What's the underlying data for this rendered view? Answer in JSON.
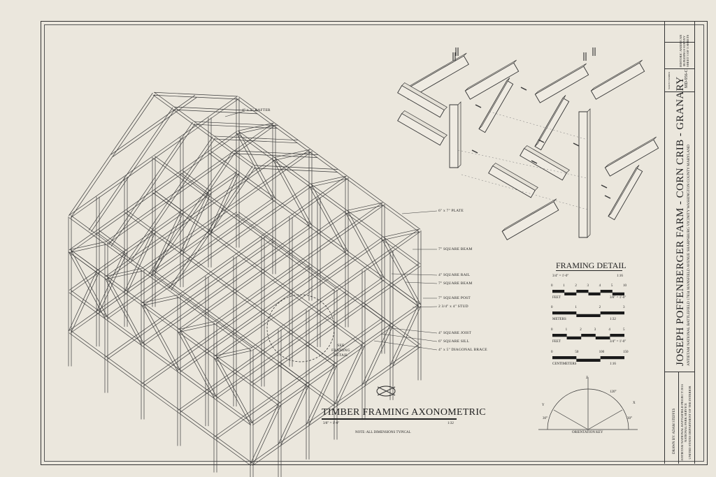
{
  "axonometric": {
    "title": "TIMBER FRAMING AXONOMETRIC",
    "scale_left": "3/8\" = 1'-0\"",
    "scale_right": "1:32",
    "note": "NOTE:  ALL DIMENSIONS TYPICAL",
    "see_detail": [
      "SEE",
      "FRAMING",
      "DETAIL"
    ],
    "callouts": [
      "4\" x 5\" RAFTER",
      "6\" x 7\" PLATE",
      "7\" SQUARE BEAM",
      "4\" SQUARE RAIL",
      "7\" SQUARE BEAM",
      "7\" SQUARE POST",
      "2 3/4\" x 4\" STUD",
      "4\" SQUARE JOIST",
      "6\" SQUARE SILL",
      "4\" x 5\" DIAGONAL BRACE"
    ]
  },
  "framing_detail": {
    "title": "FRAMING DETAIL",
    "scale_left": "3/4\" = 1'-0\"",
    "scale_right": "1:16",
    "bars": [
      {
        "ticks": [
          "0",
          "1",
          "2",
          "3",
          "4",
          "5",
          "10"
        ],
        "unit": "FEET",
        "ratio": "3/8\" = 1'-0\""
      },
      {
        "ticks": [
          "0",
          "1",
          "2",
          "3"
        ],
        "unit": "METERS",
        "ratio": "1:32"
      },
      {
        "ticks": [
          "0",
          "1",
          "2",
          "3",
          "4",
          "5"
        ],
        "unit": "FEET",
        "ratio": "3/4\" = 1'-0\""
      },
      {
        "ticks": [
          "0",
          "50",
          "100",
          "150"
        ],
        "unit": "CENTIMETERS",
        "ratio": "1:16"
      }
    ]
  },
  "orientation_key": {
    "label": "ORIENTATION KEY",
    "z": "Z",
    "x": "X",
    "y": "Y",
    "angle_top": "120°",
    "angle_left": "30°",
    "angle_right": "30°"
  },
  "title_block": {
    "drawn_by": "DRAWN BY:  ADAM STEFFES",
    "agency": [
      "ANTIETAM NATIONAL BATTLEFIELD PROJECT 2016",
      "NATIONAL PARK SERVICE",
      "UNITED STATES DEPARTMENT OF THE INTERIOR"
    ],
    "main_title": "JOSEPH POFFENBERGER FARM - CORN CRIB - GRANARY",
    "subtitle": "ANTIETAM NATIONAL BATTLEFIELD     17834 MANSFIELD AVENUE     SHARPSBURG VICINITY     WASHINGTON COUNTY     MARYLAND",
    "survey_number_label": "SURVEY NUMBER",
    "survey_number": "MD-956-C",
    "habs": [
      "HISTORIC AMERICAN",
      "BUILDINGS SURVEY",
      "SHEET 3 OF 3 SHEETS"
    ]
  }
}
